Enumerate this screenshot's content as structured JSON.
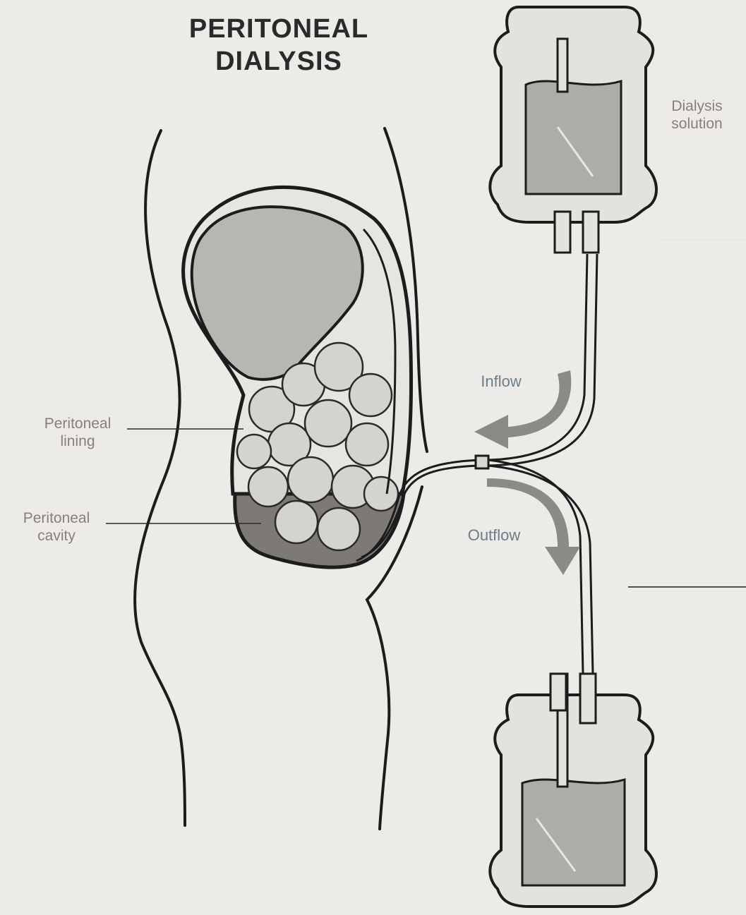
{
  "title": {
    "line1": "PERITONEAL",
    "line2": "DIALYSIS"
  },
  "labels": {
    "dialysis_solution": {
      "line1": "Dialysis",
      "line2": "solution"
    },
    "inflow": "Inflow",
    "outflow": "Outflow",
    "peritoneal_lining": {
      "line1": "Peritoneal",
      "line2": "lining"
    },
    "peritoneal_cavity": {
      "line1": "Peritoneal",
      "line2": "cavity"
    }
  },
  "colors": {
    "background": "#ecebe7",
    "outline": "#1c1c1c",
    "organ_fill": "#b8b6b1",
    "intestine_fill": "#d4d3ce",
    "fluid_fill": "#7d7a76",
    "bag_fluid": "#aeaca8",
    "arrow": "#8c8a87",
    "label_text": "#8a7f78"
  }
}
